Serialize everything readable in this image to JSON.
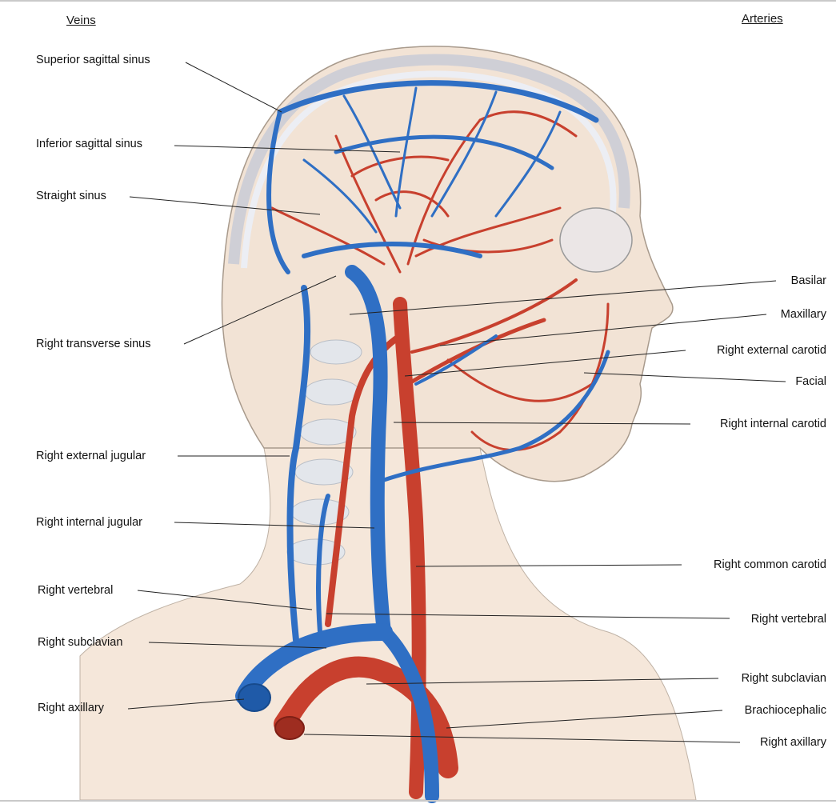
{
  "headers": {
    "veins": "Veins",
    "arteries": "Arteries"
  },
  "veins": [
    "Superior sagittal sinus",
    "Inferior sagittal sinus",
    "Straight sinus",
    "Right transverse sinus",
    "Right external jugular",
    "Right internal jugular",
    "Right vertebral",
    "Right subclavian",
    "Right axillary"
  ],
  "arteries": [
    "Basilar",
    "Maxillary",
    "Right external carotid",
    "Facial",
    "Right internal carotid",
    "Right common carotid",
    "Right vertebral",
    "Right subclavian",
    "Brachiocephalic",
    "Right axillary"
  ],
  "colors": {
    "vein": "#2f6fc4",
    "artery": "#c8402e",
    "skin": "#f3e4d6",
    "bone": "#e2e4e8"
  }
}
